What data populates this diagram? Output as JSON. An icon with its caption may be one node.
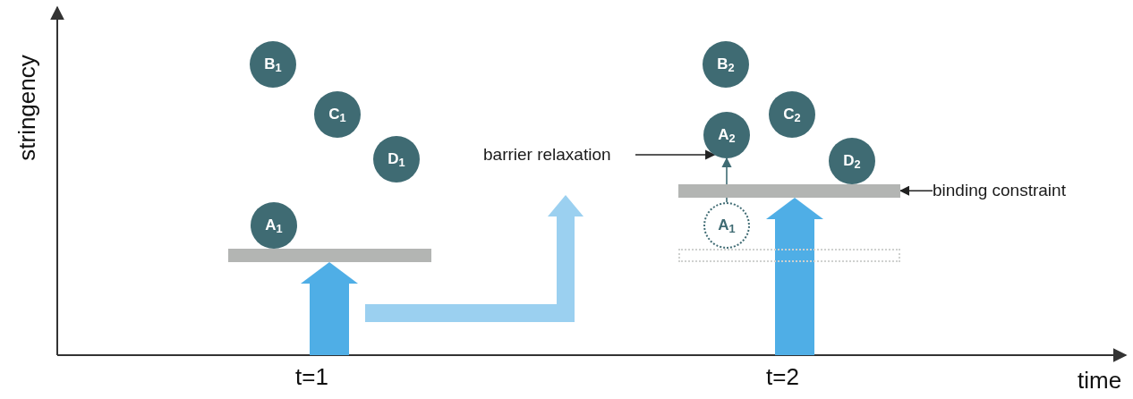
{
  "diagram": {
    "nodes": [
      {
        "text": [
          "B$_{1}$"
        ]
      },
      {
        "text": [
          "C$_{1}$"
        ]
      },
      {
        "text": [
          "D$_{1}$"
        ]
      },
      {
        "text": [
          "A$_{1}$"
        ]
      },
      {
        "text": [],
        "shape": "bar"
      },
      {
        "text": [
          "B$_{2}$"
        ]
      },
      {
        "text": [
          "A$_{2}$"
        ]
      },
      {
        "text": [
          "C$_{2}$"
        ]
      },
      {
        "text": [
          "D$_{2}$"
        ]
      },
      {
        "text": [],
        "shape": "bar"
      },
      {
        "text": [
          "A$_{1}$"
        ]
      },
      {
        "text": [],
        "shape": "bar"
      },
      {
        "text": [
          "barrier relaxation"
        ]
      },
      {
        "text": [
          "binding constraint"
        ]
      }
    ],
    "edges": [
      {
        "from": 10,
        "to": 6,
        "arrow": "to",
        "color": "#3f6b73"
      },
      {
        "from": 12,
        "to": 6,
        "arrow": "to"
      },
      {
        "from": 13,
        "to": 9,
        "arrow": "to"
      },
      {
        "from": null,
        "to": 4,
        "arrow": "to",
        "style": "thick",
        "color": "#4faee6"
      },
      {
        "from": null,
        "to": 9,
        "arrow": "to",
        "style": "thick",
        "color": "#4faee6"
      }
    ],
    "labels": [
      "stringency",
      "t=1",
      "t=2",
      "time"
    ]
  }
}
